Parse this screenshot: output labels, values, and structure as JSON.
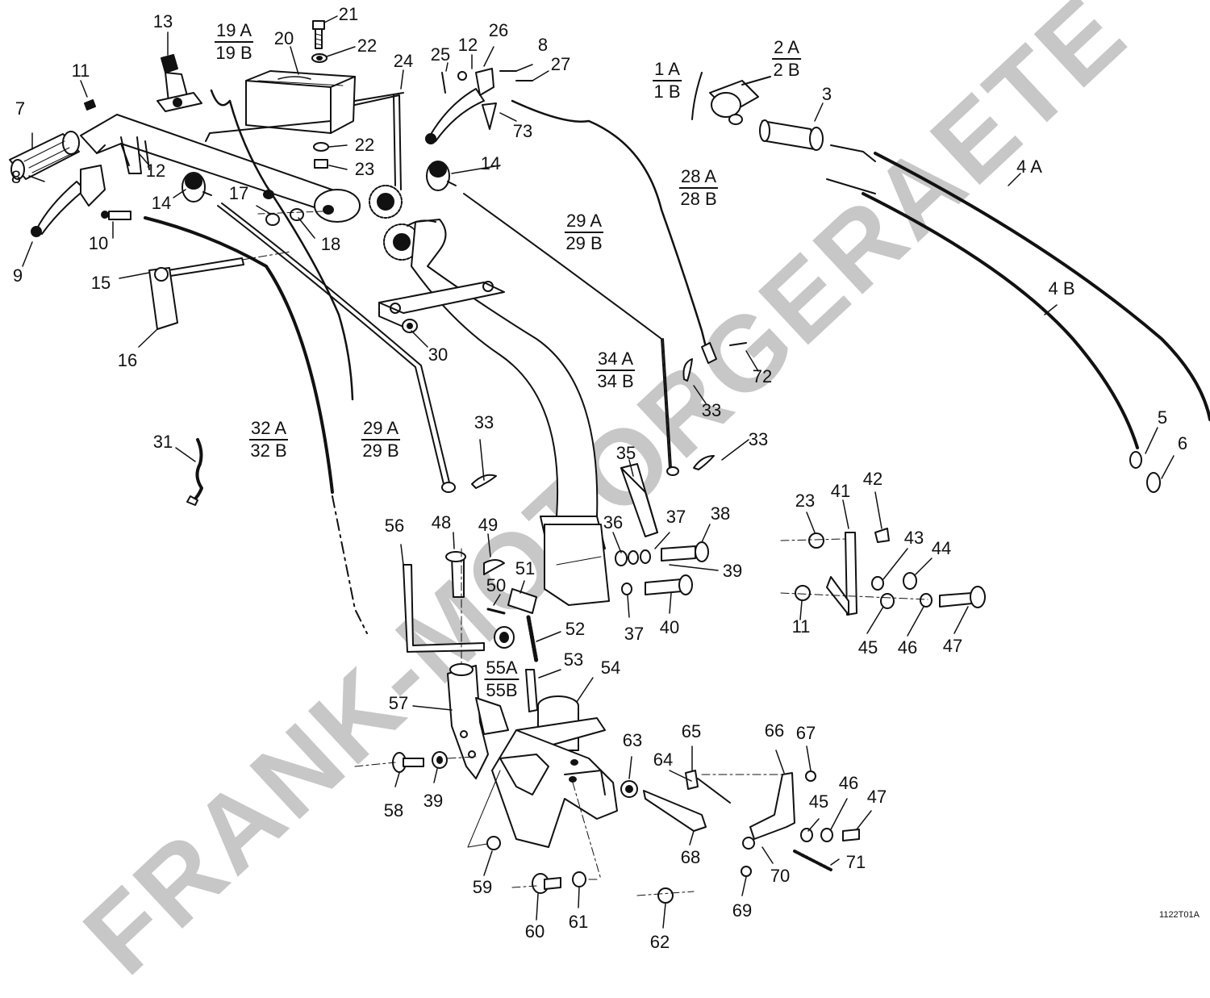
{
  "diagram": {
    "drawing_code": "1122T01A",
    "watermark": "FRANK-MOTORGERAETE",
    "labels": [
      {
        "id": "l1",
        "text": "7"
      },
      {
        "id": "l2",
        "text": "8"
      },
      {
        "id": "l3",
        "text": "9"
      },
      {
        "id": "l4",
        "text": "10"
      },
      {
        "id": "l5",
        "text": "11"
      },
      {
        "id": "l6",
        "text": "12"
      },
      {
        "id": "l7",
        "text": "13"
      },
      {
        "id": "l8",
        "text": "14"
      },
      {
        "id": "l9",
        "text": "15"
      },
      {
        "id": "l10",
        "text": "16"
      },
      {
        "id": "l11",
        "text": "17"
      },
      {
        "id": "l12",
        "text": "18"
      },
      {
        "id": "l13",
        "text": "20"
      },
      {
        "id": "l14",
        "text": "21"
      },
      {
        "id": "l15",
        "text": "22"
      },
      {
        "id": "l16",
        "text": "22"
      },
      {
        "id": "l17",
        "text": "23"
      },
      {
        "id": "l18",
        "text": "24"
      },
      {
        "id": "l19",
        "text": "25"
      },
      {
        "id": "l20",
        "text": "12"
      },
      {
        "id": "l21",
        "text": "26"
      },
      {
        "id": "l22",
        "text": "8"
      },
      {
        "id": "l23",
        "text": "27"
      },
      {
        "id": "l24",
        "text": "73"
      },
      {
        "id": "l25",
        "text": "14"
      },
      {
        "id": "l26",
        "text": "3"
      },
      {
        "id": "l27",
        "text": "4 A"
      },
      {
        "id": "l28",
        "text": "4 B"
      },
      {
        "id": "l29",
        "text": "30"
      },
      {
        "id": "l30",
        "text": "72"
      },
      {
        "id": "l31",
        "text": "33"
      },
      {
        "id": "l32",
        "text": "33"
      },
      {
        "id": "l33",
        "text": "33"
      },
      {
        "id": "l34",
        "text": "31"
      },
      {
        "id": "l35",
        "text": "5"
      },
      {
        "id": "l36",
        "text": "6"
      },
      {
        "id": "l37",
        "text": "35"
      },
      {
        "id": "l38",
        "text": "36"
      },
      {
        "id": "l39",
        "text": "37"
      },
      {
        "id": "l40",
        "text": "38"
      },
      {
        "id": "l41",
        "text": "39"
      },
      {
        "id": "l42",
        "text": "37"
      },
      {
        "id": "l43",
        "text": "40"
      },
      {
        "id": "l44",
        "text": "23"
      },
      {
        "id": "l45",
        "text": "41"
      },
      {
        "id": "l46",
        "text": "42"
      },
      {
        "id": "l47",
        "text": "43"
      },
      {
        "id": "l48",
        "text": "44"
      },
      {
        "id": "l49",
        "text": "11"
      },
      {
        "id": "l50",
        "text": "45"
      },
      {
        "id": "l51",
        "text": "46"
      },
      {
        "id": "l52",
        "text": "47"
      },
      {
        "id": "l53",
        "text": "56"
      },
      {
        "id": "l54",
        "text": "48"
      },
      {
        "id": "l55",
        "text": "49"
      },
      {
        "id": "l56",
        "text": "51"
      },
      {
        "id": "l57",
        "text": "50"
      },
      {
        "id": "l58",
        "text": "52"
      },
      {
        "id": "l59",
        "text": "53"
      },
      {
        "id": "l60",
        "text": "54"
      },
      {
        "id": "l61",
        "text": "57"
      },
      {
        "id": "l62",
        "text": "58"
      },
      {
        "id": "l63",
        "text": "39"
      },
      {
        "id": "l64",
        "text": "59"
      },
      {
        "id": "l65",
        "text": "60"
      },
      {
        "id": "l66",
        "text": "61"
      },
      {
        "id": "l67",
        "text": "62"
      },
      {
        "id": "l68",
        "text": "63"
      },
      {
        "id": "l69",
        "text": "64"
      },
      {
        "id": "l70",
        "text": "65"
      },
      {
        "id": "l71",
        "text": "68"
      },
      {
        "id": "l72",
        "text": "69"
      },
      {
        "id": "l73",
        "text": "66"
      },
      {
        "id": "l74",
        "text": "67"
      },
      {
        "id": "l75",
        "text": "45"
      },
      {
        "id": "l76",
        "text": "46"
      },
      {
        "id": "l77",
        "text": "47"
      },
      {
        "id": "l78",
        "text": "70"
      },
      {
        "id": "l79",
        "text": "71"
      }
    ],
    "fractions": [
      {
        "id": "f1",
        "top": "19 A",
        "bottom": "19 B"
      },
      {
        "id": "f2",
        "top": "1 A",
        "bottom": "1 B"
      },
      {
        "id": "f3",
        "top": "2 A",
        "bottom": "2 B"
      },
      {
        "id": "f4",
        "top": "28 A",
        "bottom": "28 B"
      },
      {
        "id": "f5",
        "top": "29 A",
        "bottom": "29 B"
      },
      {
        "id": "f6",
        "top": "34 A",
        "bottom": "34 B"
      },
      {
        "id": "f7",
        "top": "32 A",
        "bottom": "32 B"
      },
      {
        "id": "f8",
        "top": "29 A",
        "bottom": "29 B"
      },
      {
        "id": "f9",
        "top": "55A",
        "bottom": "55B"
      }
    ]
  }
}
